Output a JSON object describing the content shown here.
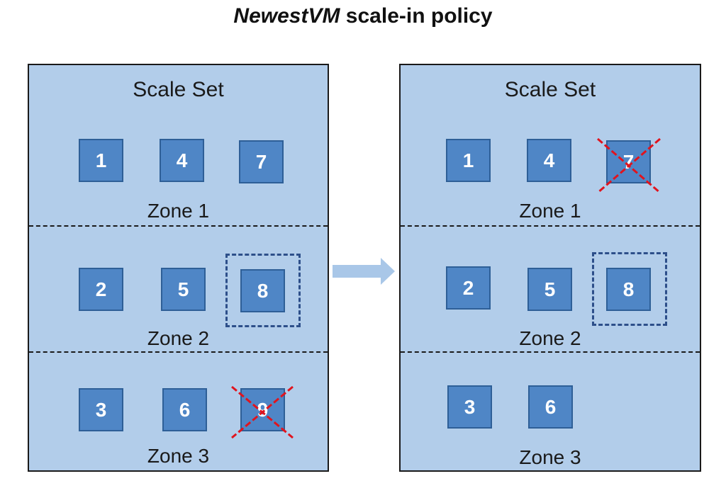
{
  "title": {
    "italic_part": "NewestVM",
    "rest": " scale-in policy"
  },
  "colors": {
    "panel_fill": "#b2cdea",
    "vm_fill": "#4f86c6",
    "vm_border": "#2e5f97",
    "removed_mark": "#e0141e",
    "newest_outline": "#2d4f8a",
    "arrow": "#a9c7e8"
  },
  "panels": [
    {
      "title": "Scale Set",
      "zones": [
        "Zone 1",
        "Zone 2",
        "Zone 3"
      ],
      "vms": [
        "1",
        "4",
        "7",
        "2",
        "5",
        "8",
        "3",
        "6",
        "9"
      ]
    },
    {
      "title": "Scale Set",
      "zones": [
        "Zone 1",
        "Zone 2",
        "Zone 3"
      ],
      "vms": [
        "1",
        "4",
        "7",
        "2",
        "5",
        "8",
        "3",
        "6"
      ]
    }
  ],
  "icons": {
    "transition": "right-arrow-icon",
    "removed": "cross-mark-icon"
  }
}
